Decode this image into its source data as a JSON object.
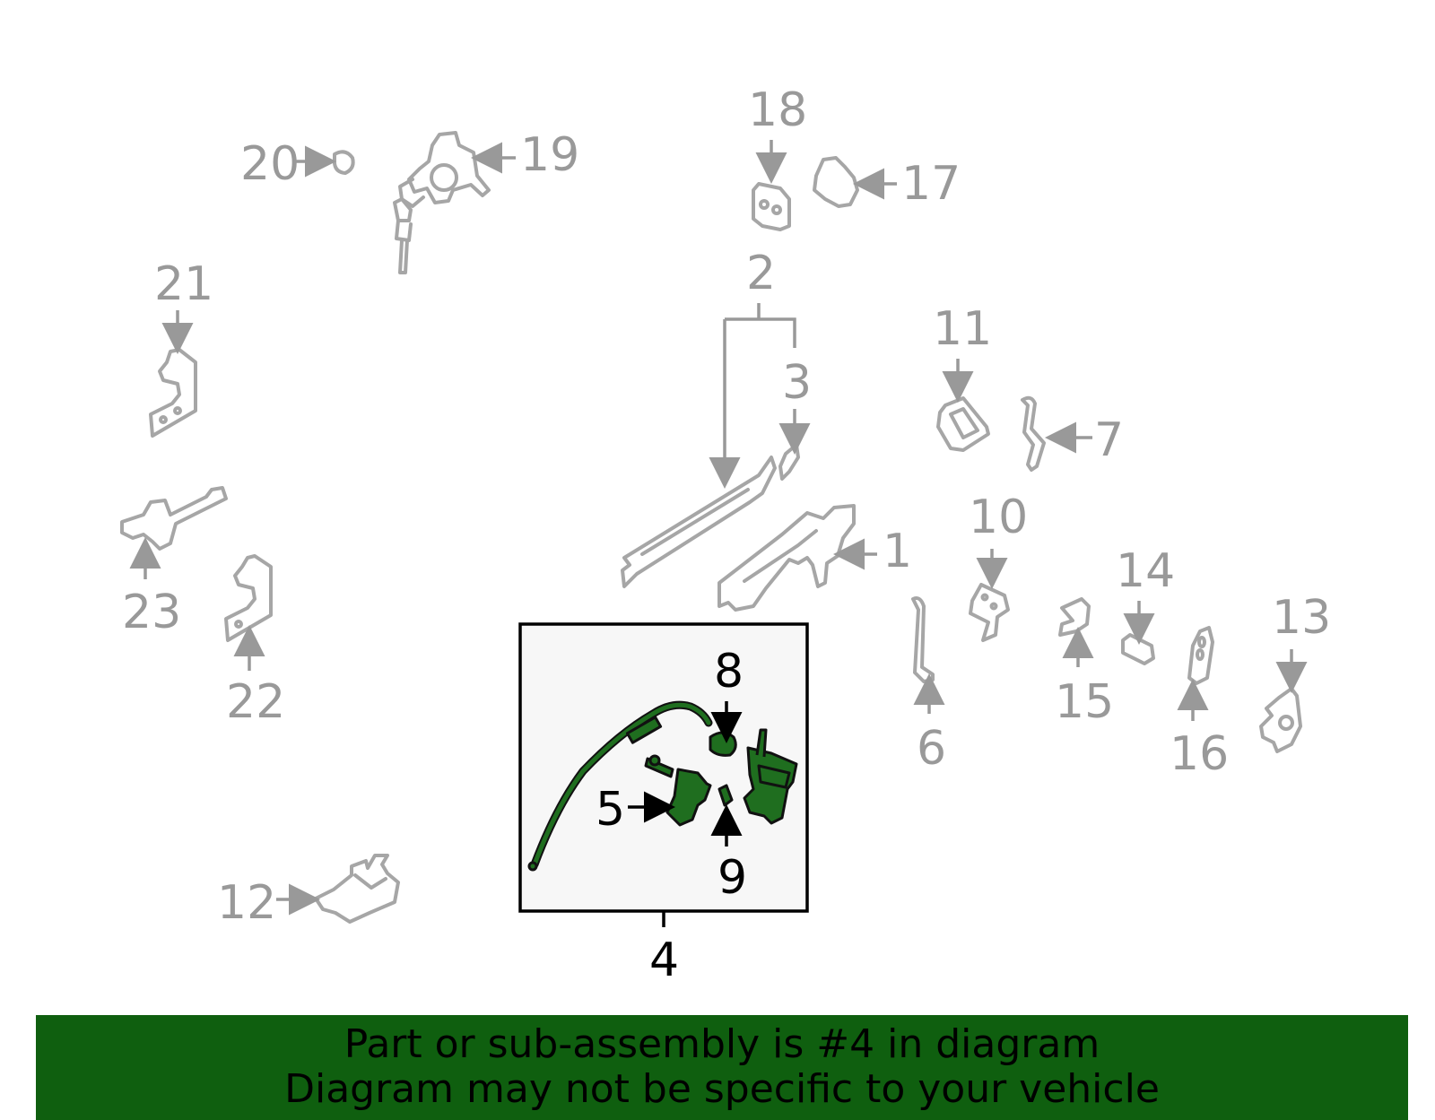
{
  "diagram": {
    "callouts": [
      "1",
      "2",
      "3",
      "4",
      "5",
      "6",
      "7",
      "8",
      "9",
      "10",
      "11",
      "12",
      "13",
      "14",
      "15",
      "16",
      "17",
      "18",
      "19",
      "20",
      "21",
      "22",
      "23"
    ],
    "highlighted_part": "4",
    "colors": {
      "part_gray": "#a6a6a6",
      "label_gray": "#999999",
      "highlight_green": "#1f6e1f",
      "banner_green": "#0f5f0f",
      "inset_bg": "#f7f7f7"
    }
  },
  "banner": {
    "line1": "Part or sub-assembly is #4 in diagram",
    "line2": "Diagram may not be specific to your vehicle"
  }
}
